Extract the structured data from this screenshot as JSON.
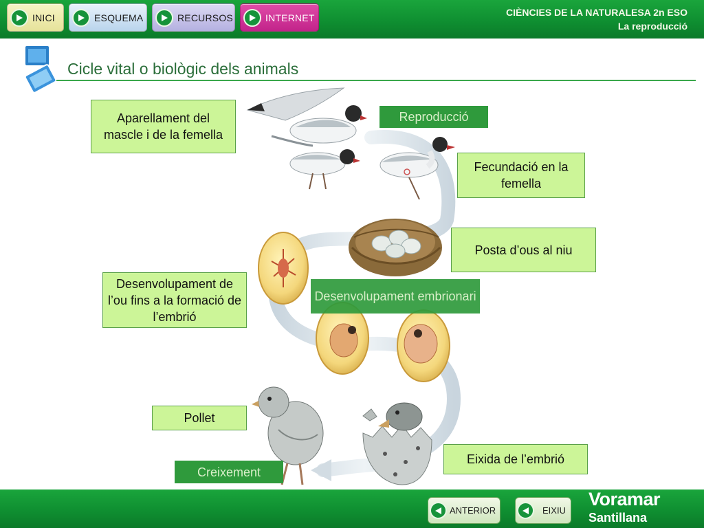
{
  "nav": {
    "buttons": [
      {
        "label": "INICI"
      },
      {
        "label": "ESQUEMA"
      },
      {
        "label": "RECURSOS"
      },
      {
        "label": "INTERNET"
      }
    ]
  },
  "header": {
    "course": "CIÈNCIES DE LA NATURALESA 2n ESO",
    "unit": "La reproducció"
  },
  "page": {
    "title": "Cicle vital o biològic dels animals"
  },
  "diagram": {
    "boxes": {
      "pairing": "Aparellament del mascle i de la femella",
      "fertilization": "Fecundació en la femella",
      "laying": "Posta d’ous al niu",
      "egg_development": "Desenvolupament de l’ou fins a la formació de l’embrió",
      "chick": "Pollet",
      "hatching": "Eixida de l’embrió"
    },
    "stages": {
      "reproduction": "Reproducció",
      "embryonic": "Desenvolupament embrionari",
      "growth": "Creixement"
    }
  },
  "footer": {
    "prev_label": "ANTERIOR",
    "exit_label": "EIXIU",
    "brand": "Voramar",
    "brand_sub": "Santillana"
  },
  "colors": {
    "bar_green": "#0f8f31",
    "box_fill": "#ccf598",
    "stage_fill": "#2f9a3c",
    "internet_pink": "#c2238a"
  }
}
